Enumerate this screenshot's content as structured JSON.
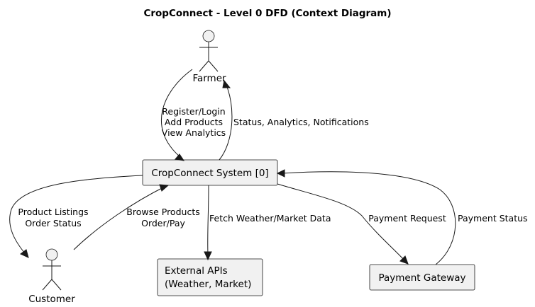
{
  "title": "CropConnect - Level 0 DFD (Context Diagram)",
  "actors": {
    "farmer": "Farmer",
    "customer": "Customer"
  },
  "nodes": {
    "system": "CropConnect System [0]",
    "external_apis_line1": "External APIs",
    "external_apis_line2": "(Weather, Market)",
    "payment_gateway": "Payment Gateway"
  },
  "flows": {
    "farmer_to_system": [
      "Register/Login",
      "Add Products",
      "View Analytics"
    ],
    "system_to_farmer": "Status, Analytics, Notifications",
    "system_to_customer": [
      "Product Listings",
      "Order Status"
    ],
    "customer_to_system": [
      "Browse Products",
      "Order/Pay"
    ],
    "system_to_external_apis": "Fetch Weather/Market Data",
    "system_to_payment_gateway": "Payment Request",
    "payment_gateway_to_system": "Payment Status"
  },
  "colors": {
    "node_fill": "#f1f1f1",
    "stroke": "#181818",
    "text": "#000000"
  }
}
